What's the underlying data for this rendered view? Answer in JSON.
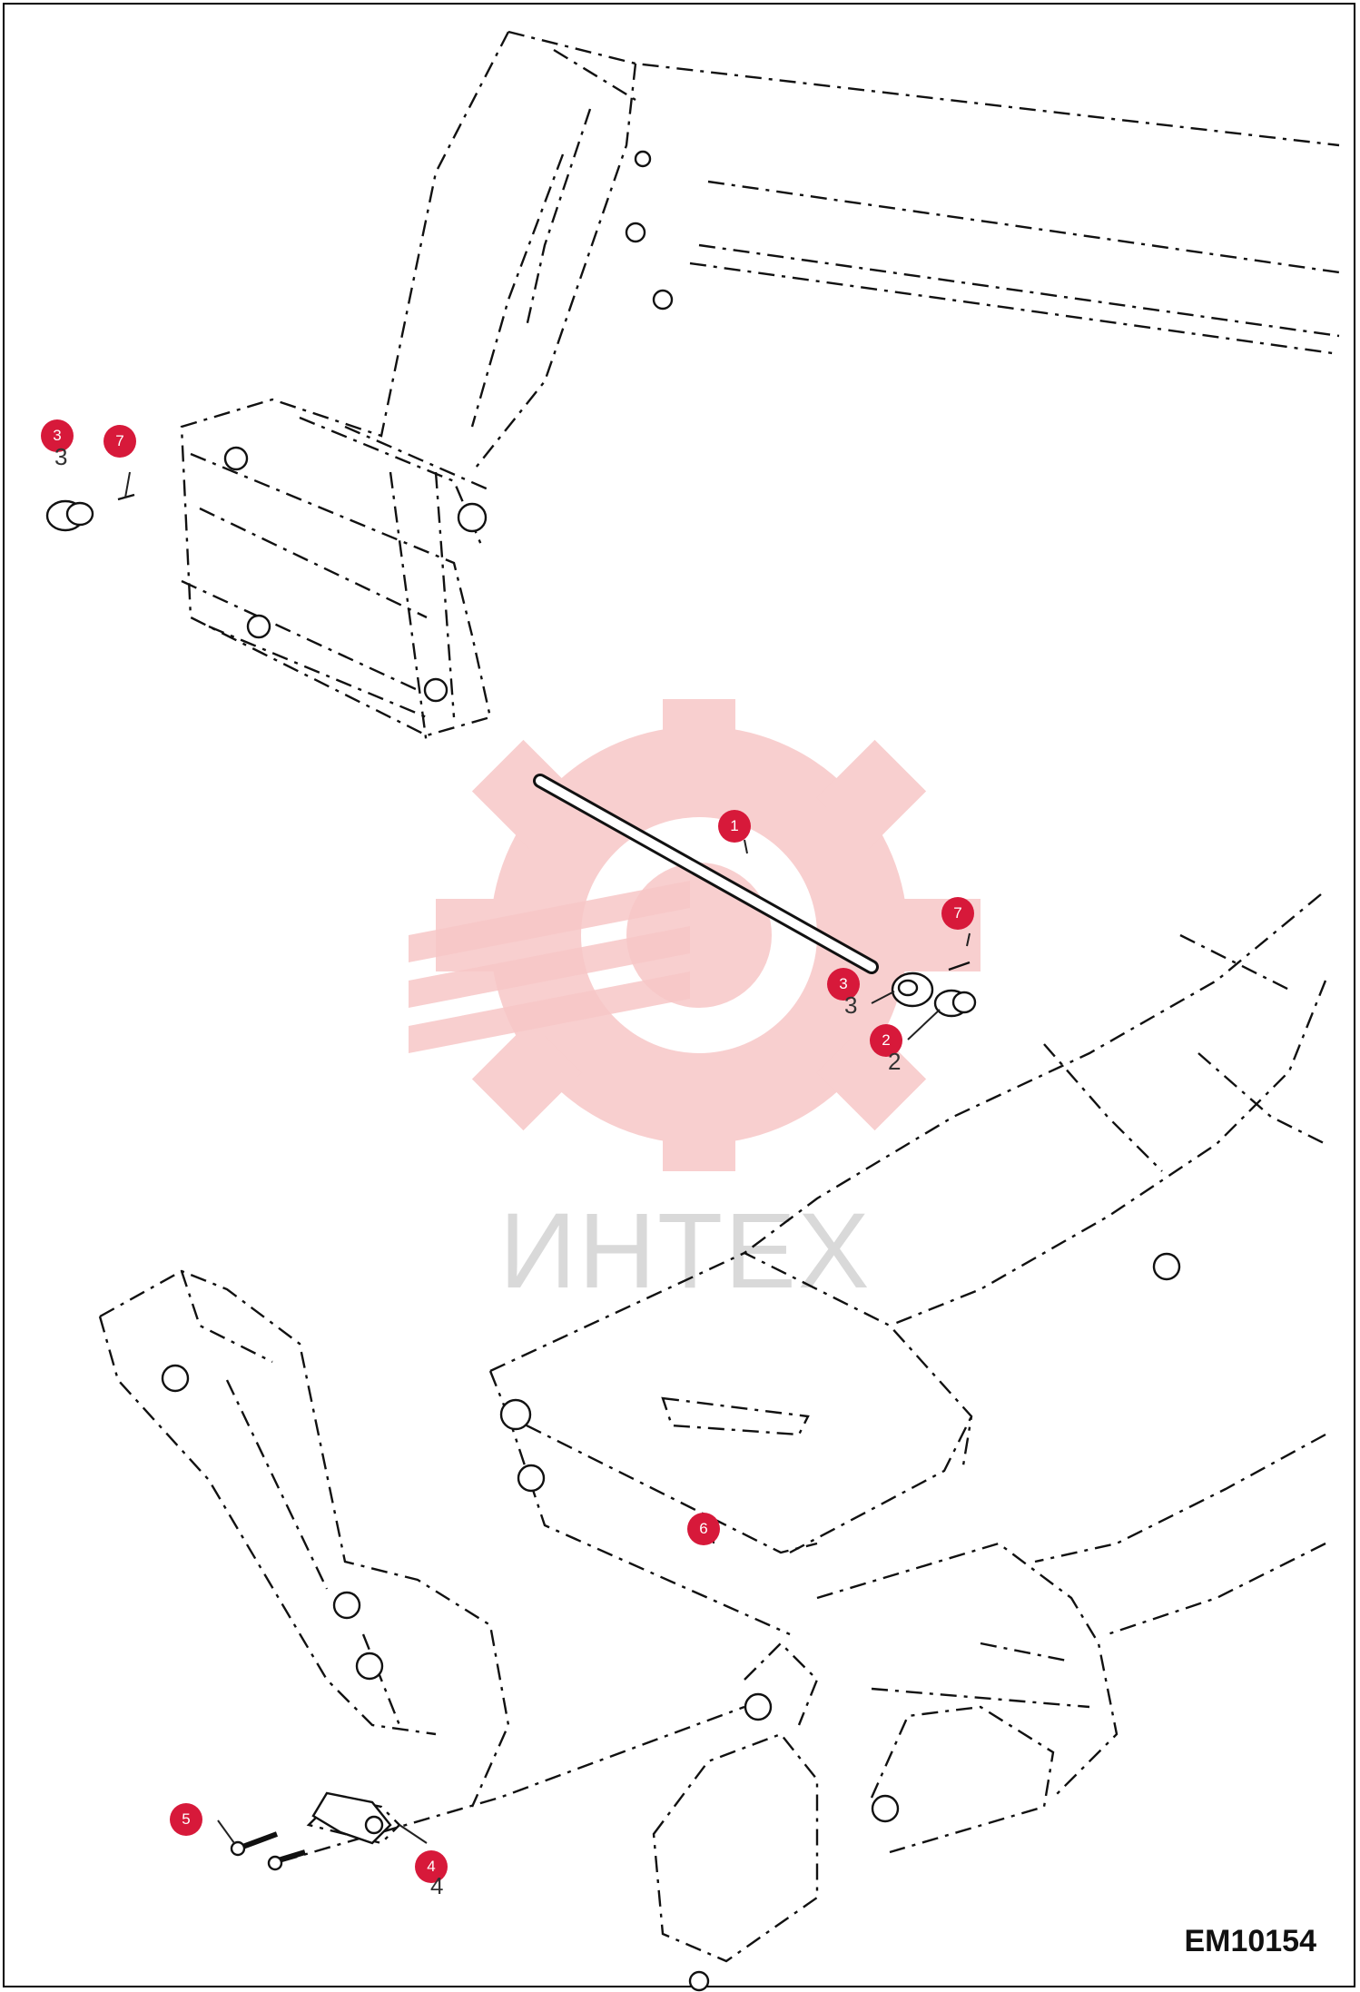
{
  "diagram": {
    "code": "EM10154",
    "watermark_text": "ИНТЕХ",
    "colors": {
      "callout": "#d7193a",
      "watermark": "#f7c7c7",
      "line": "#111111"
    },
    "callouts": [
      {
        "id": "3",
        "label": "3"
      },
      {
        "id": "7",
        "label": "7"
      },
      {
        "id": "1",
        "label": "1"
      },
      {
        "id": "7",
        "label": "7"
      },
      {
        "id": "3",
        "label": "3"
      },
      {
        "id": "2",
        "label": "2"
      },
      {
        "id": "6",
        "label": "6"
      },
      {
        "id": "5",
        "label": "5"
      },
      {
        "id": "4",
        "label": "4"
      }
    ]
  }
}
